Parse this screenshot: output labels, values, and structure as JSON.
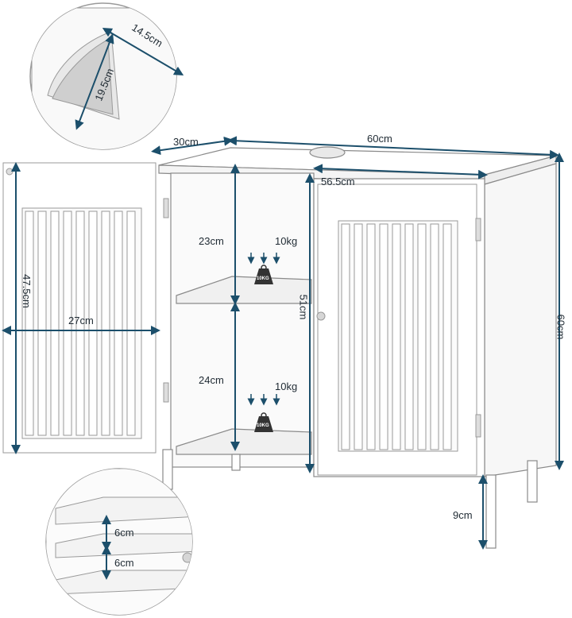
{
  "dimensions": {
    "depth_top": "30cm",
    "width_total": "60cm",
    "width_inner": "56.5cm",
    "height_total": "60cm",
    "height_inner": "51cm",
    "upper_compartment": "23cm",
    "lower_compartment": "24cm",
    "door_height": "47.5cm",
    "door_width": "27cm",
    "leg_height": "9cm",
    "cutout_width": "14.5cm",
    "cutout_depth": "19.5cm",
    "shelf_step_upper": "6cm",
    "shelf_step_lower": "6cm"
  },
  "load": {
    "upper_shelf": "10kg",
    "lower_shelf": "10kg",
    "badge": "10KG"
  },
  "colors": {
    "dimension_line": "#1c4f6b",
    "cabinet": "#ffffff",
    "cabinet_outline": "#8a8a8a",
    "badge_fill": "#333333"
  }
}
